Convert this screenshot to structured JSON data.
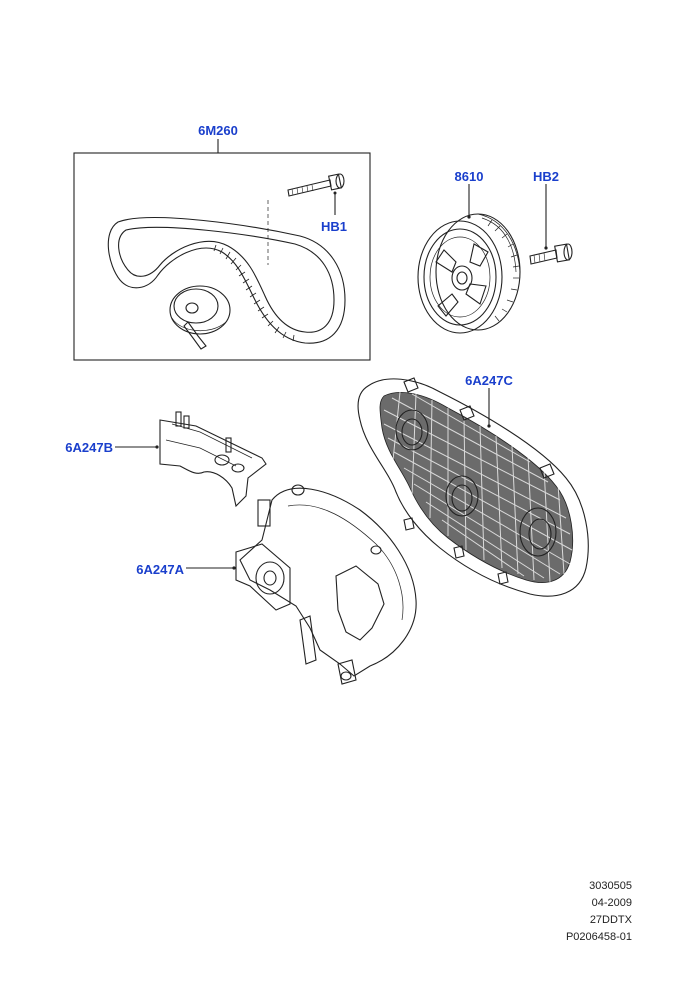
{
  "callouts": {
    "timing_belt_kit": "6M260",
    "bolt_hb1": "HB1",
    "crank_pulley": "8610",
    "bolt_hb2": "HB2",
    "cover_outer": "6A247C",
    "cover_upper": "6A247B",
    "cover_lower": "6A247A"
  },
  "footer": {
    "code": "3030505",
    "date": "04-2009",
    "model": "27DDTX",
    "ref": "P0206458-01"
  },
  "colors": {
    "callout": "#1a3fcc",
    "line": "#222222"
  }
}
